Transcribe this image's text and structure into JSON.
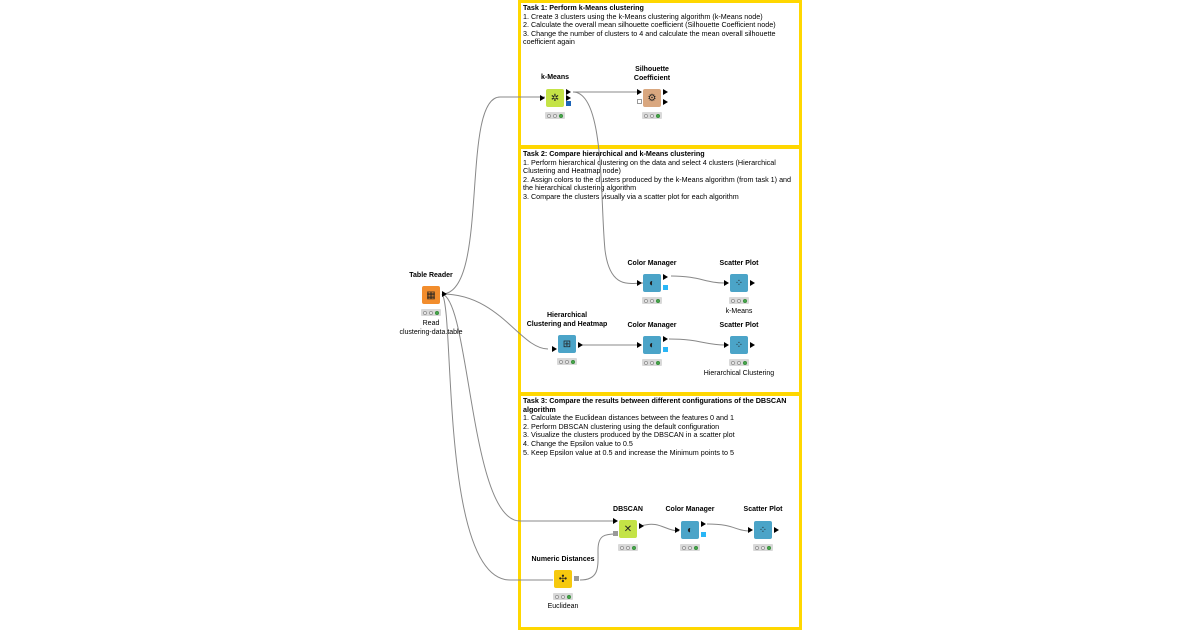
{
  "colors": {
    "annotation_border": "#ffd700",
    "table_reader": "#f28d2d",
    "kmeans": "#c4e346",
    "silhouette": "#d9a77f",
    "color_manager": "#4ba4c8",
    "scatter_plot": "#4ba4c8",
    "hierarchical": "#4ba4c8",
    "dbscan": "#c4e346",
    "numeric_distances": "#f6c90e",
    "connection": "#888888",
    "status_green": "#4caf50"
  },
  "annotations": [
    {
      "title": "Task 1: Perform k-Means clustering",
      "lines": [
        "1. Create 3 clusters using the k-Means clustering algorithm (k-Means node)",
        "2. Calculate the overall mean silhouette coefficient (Silhouette Coefficient node)",
        "3. Change the number of clusters to 4 and calculate the mean overall silhouette coefficient again"
      ]
    },
    {
      "title": "Task 2: Compare hierarchical and k-Means clustering",
      "lines": [
        "1. Perform hierarchical clustering on the data and select 4 clusters (Hierarchical Clustering and Heatmap node)",
        "2. Assign colors to the clusters produced by the k-Means algorithm (from task 1) and the hierarchical clustering algorithm",
        "3. Compare the clusters visually via a scatter plot for each algorithm"
      ]
    },
    {
      "title": "Task 3: Compare the results between different configurations of the DBSCAN algorithm",
      "lines": [
        "1. Calculate the Euclidean distances between the features 0 and 1",
        "2. Perform DBSCAN clustering using the default configuration",
        "3. Visualize the clusters produced by the DBSCAN in a scatter plot",
        "4. Change the Epsilon value to 0.5",
        "5. Keep Epsilon value at 0.5 and increase the Minimum points to 5"
      ]
    }
  ],
  "nodes": {
    "table_reader": {
      "title": "Table Reader",
      "label": "Read\nclustering-data.table",
      "icon": "table-reader-icon",
      "status": "executed"
    },
    "kmeans": {
      "title": "k-Means",
      "label": "",
      "icon": "kmeans-icon",
      "status": "executed"
    },
    "silhouette": {
      "title": "Silhouette\nCoefficient",
      "label": "",
      "icon": "silhouette-icon",
      "status": "executed"
    },
    "color_manager_1": {
      "title": "Color Manager",
      "label": "",
      "icon": "color-manager-icon",
      "status": "executed"
    },
    "scatter_plot_1": {
      "title": "Scatter Plot",
      "label": "k-Means",
      "icon": "scatter-plot-icon",
      "status": "executed"
    },
    "hierarchical": {
      "title": "Hierarchical\nClustering and Heatmap",
      "label": "",
      "icon": "hierarchical-clustering-icon",
      "status": "executed"
    },
    "color_manager_2": {
      "title": "Color Manager",
      "label": "",
      "icon": "color-manager-icon",
      "status": "executed"
    },
    "scatter_plot_2": {
      "title": "Scatter Plot",
      "label": "Hierarchical Clustering",
      "icon": "scatter-plot-icon",
      "status": "executed"
    },
    "dbscan": {
      "title": "DBSCAN",
      "label": "",
      "icon": "dbscan-icon",
      "status": "executed"
    },
    "color_manager_3": {
      "title": "Color Manager",
      "label": "",
      "icon": "color-manager-icon",
      "status": "executed"
    },
    "scatter_plot_3": {
      "title": "Scatter Plot",
      "label": "",
      "icon": "scatter-plot-icon",
      "status": "executed"
    },
    "numeric_distances": {
      "title": "Numeric Distances",
      "label": "Euclidean",
      "icon": "numeric-distances-icon",
      "status": "executed"
    }
  }
}
